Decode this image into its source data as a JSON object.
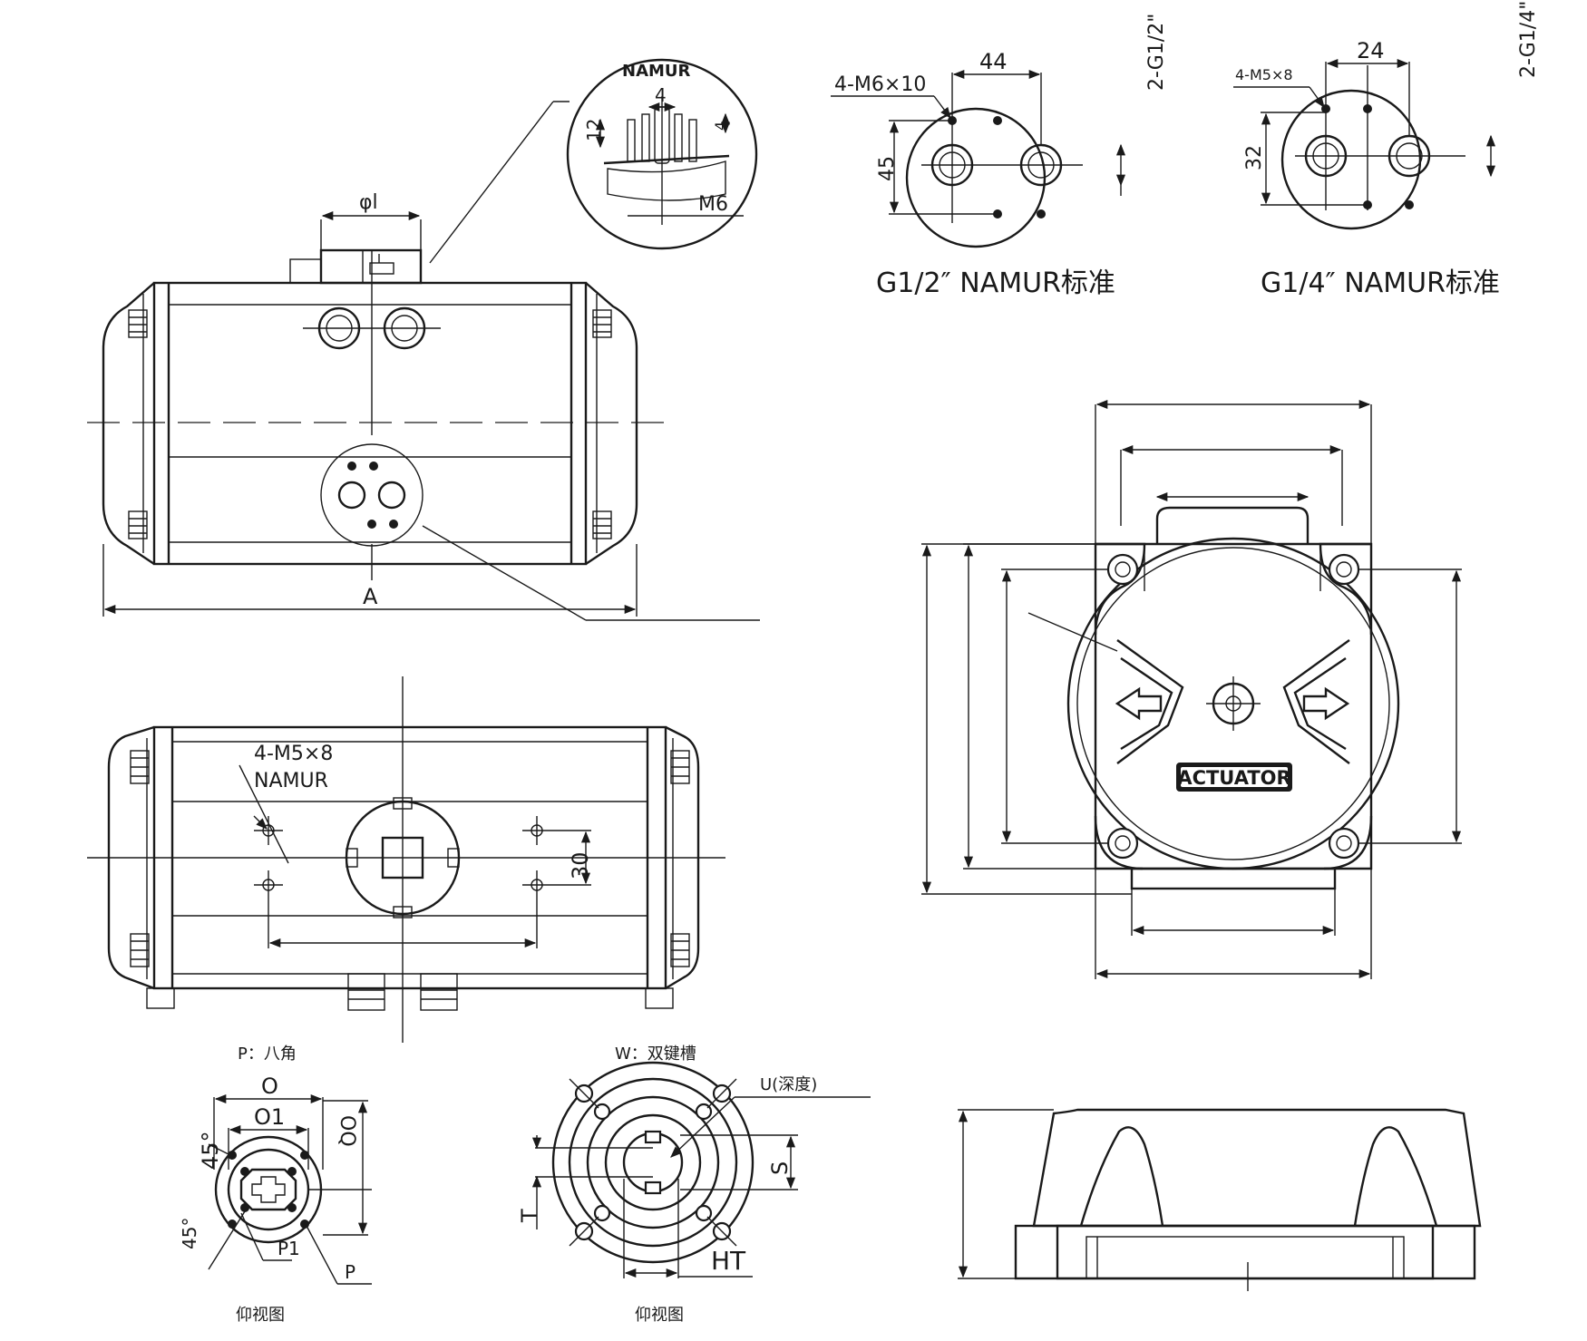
{
  "labels": {
    "phi_l": "φl",
    "a": "A",
    "namur_title": "NAMUR",
    "detail_4": "4",
    "detail_12": "12",
    "detail_small_4": "4",
    "detail_m6": "M6",
    "dim_44": "44",
    "bolt_g12": "4-M6×10",
    "port_g12": "2-G1/2\"",
    "dim_45": "45",
    "caption_g12": "G1/2″ NAMUR标准",
    "dim_24": "24",
    "bolt_g14": "4-M5×8",
    "port_g14": "2-G1/4\"",
    "dim_32": "32",
    "caption_g14": "G1/4″ NAMUR标准",
    "bottom_bolt": "4-M5×8",
    "bottom_namur": "NAMUR",
    "dim_30": "30",
    "actuator": "ACTUATOR",
    "p_title": "P：八角",
    "p_o": "O",
    "p_o1": "O1",
    "p_oq": "OQ",
    "p_45a": "45°",
    "p_45b": "45°",
    "p_p1": "P1",
    "p_p": "P",
    "p_view": "仰视图",
    "w_title": "W：双键槽",
    "w_u": "U(深度)",
    "w_s": "S",
    "w_t": "T",
    "w_ht": "HT",
    "w_view": "仰视图"
  }
}
